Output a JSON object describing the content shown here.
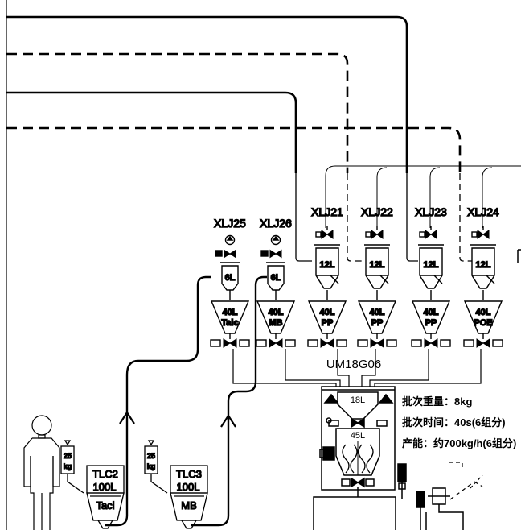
{
  "hoppers": [
    {
      "id": "XLJ25",
      "feeder_vol": "6L",
      "vol": "40L",
      "material": "Talc"
    },
    {
      "id": "XLJ26",
      "feeder_vol": "6L",
      "vol": "40L",
      "material": "MB"
    },
    {
      "id": "XLJ21",
      "feeder_vol": "12L",
      "vol": "40L",
      "material": "PP"
    },
    {
      "id": "XLJ22",
      "feeder_vol": "12L",
      "vol": "40L",
      "material": "PP"
    },
    {
      "id": "XLJ23",
      "feeder_vol": "12L",
      "vol": "40L",
      "material": "PP"
    },
    {
      "id": "XLJ24",
      "feeder_vol": "12L",
      "vol": "40L",
      "material": "POE"
    }
  ],
  "mixer": {
    "id": "UM18G06",
    "weigh_vol": "18L",
    "mix_vol": "45L",
    "specs": [
      {
        "label": "批次重量：",
        "value": "8kg"
      },
      {
        "label": "批次时间：",
        "value": "40s(6组分)"
      },
      {
        "label": "产能：",
        "value": "约700kg/h(6组分)"
      }
    ]
  },
  "stations": [
    {
      "id": "TLC2",
      "vol": "100L",
      "material": "Tacl",
      "bag": "25",
      "bag_unit": "kg"
    },
    {
      "id": "TLC3",
      "vol": "100L",
      "material": "MB",
      "bag": "25",
      "bag_unit": "kg"
    }
  ],
  "colors": {
    "line": "#000000",
    "background": "#ffffff"
  }
}
